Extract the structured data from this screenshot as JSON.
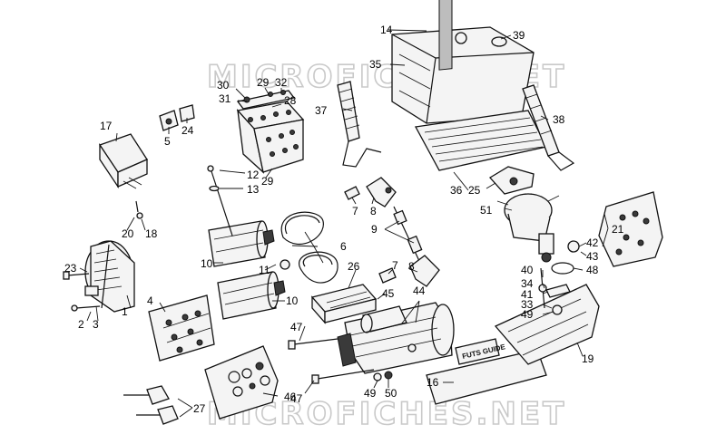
{
  "watermark": {
    "top": "MICROFICHES.NET",
    "bottom": "MICROFICHES.NET"
  },
  "fuse_plate_label": "FUTS GUIDE",
  "callouts": {
    "c1": "1",
    "c2": "2",
    "c3": "3",
    "c4": "4",
    "c5": "5",
    "c6": "6",
    "c7a": "7",
    "c7b": "7",
    "c8a": "8",
    "c8b": "8",
    "c9": "9",
    "c10a": "10",
    "c10b": "10",
    "c11": "11",
    "c12": "12",
    "c13": "13",
    "c14": "14",
    "c16": "16",
    "c17": "17",
    "c18": "18",
    "c19": "19",
    "c20": "20",
    "c21": "21",
    "c23": "23",
    "c24": "24",
    "c25": "25",
    "c26": "26",
    "c27": "27",
    "c28": "28",
    "c29a": "29",
    "c29b": "29",
    "c30": "30",
    "c31": "31",
    "c32": "32",
    "c33": "33",
    "c34": "34",
    "c35": "35",
    "c36": "36",
    "c37": "37",
    "c38": "38",
    "c39": "39",
    "c40": "40",
    "c41": "41",
    "c42": "42",
    "c43": "43",
    "c44": "44",
    "c45": "45",
    "c46": "46",
    "c47a": "47",
    "c47b": "47",
    "c48": "48",
    "c49a": "49",
    "c49b": "49",
    "c50": "50",
    "c51": "51"
  }
}
